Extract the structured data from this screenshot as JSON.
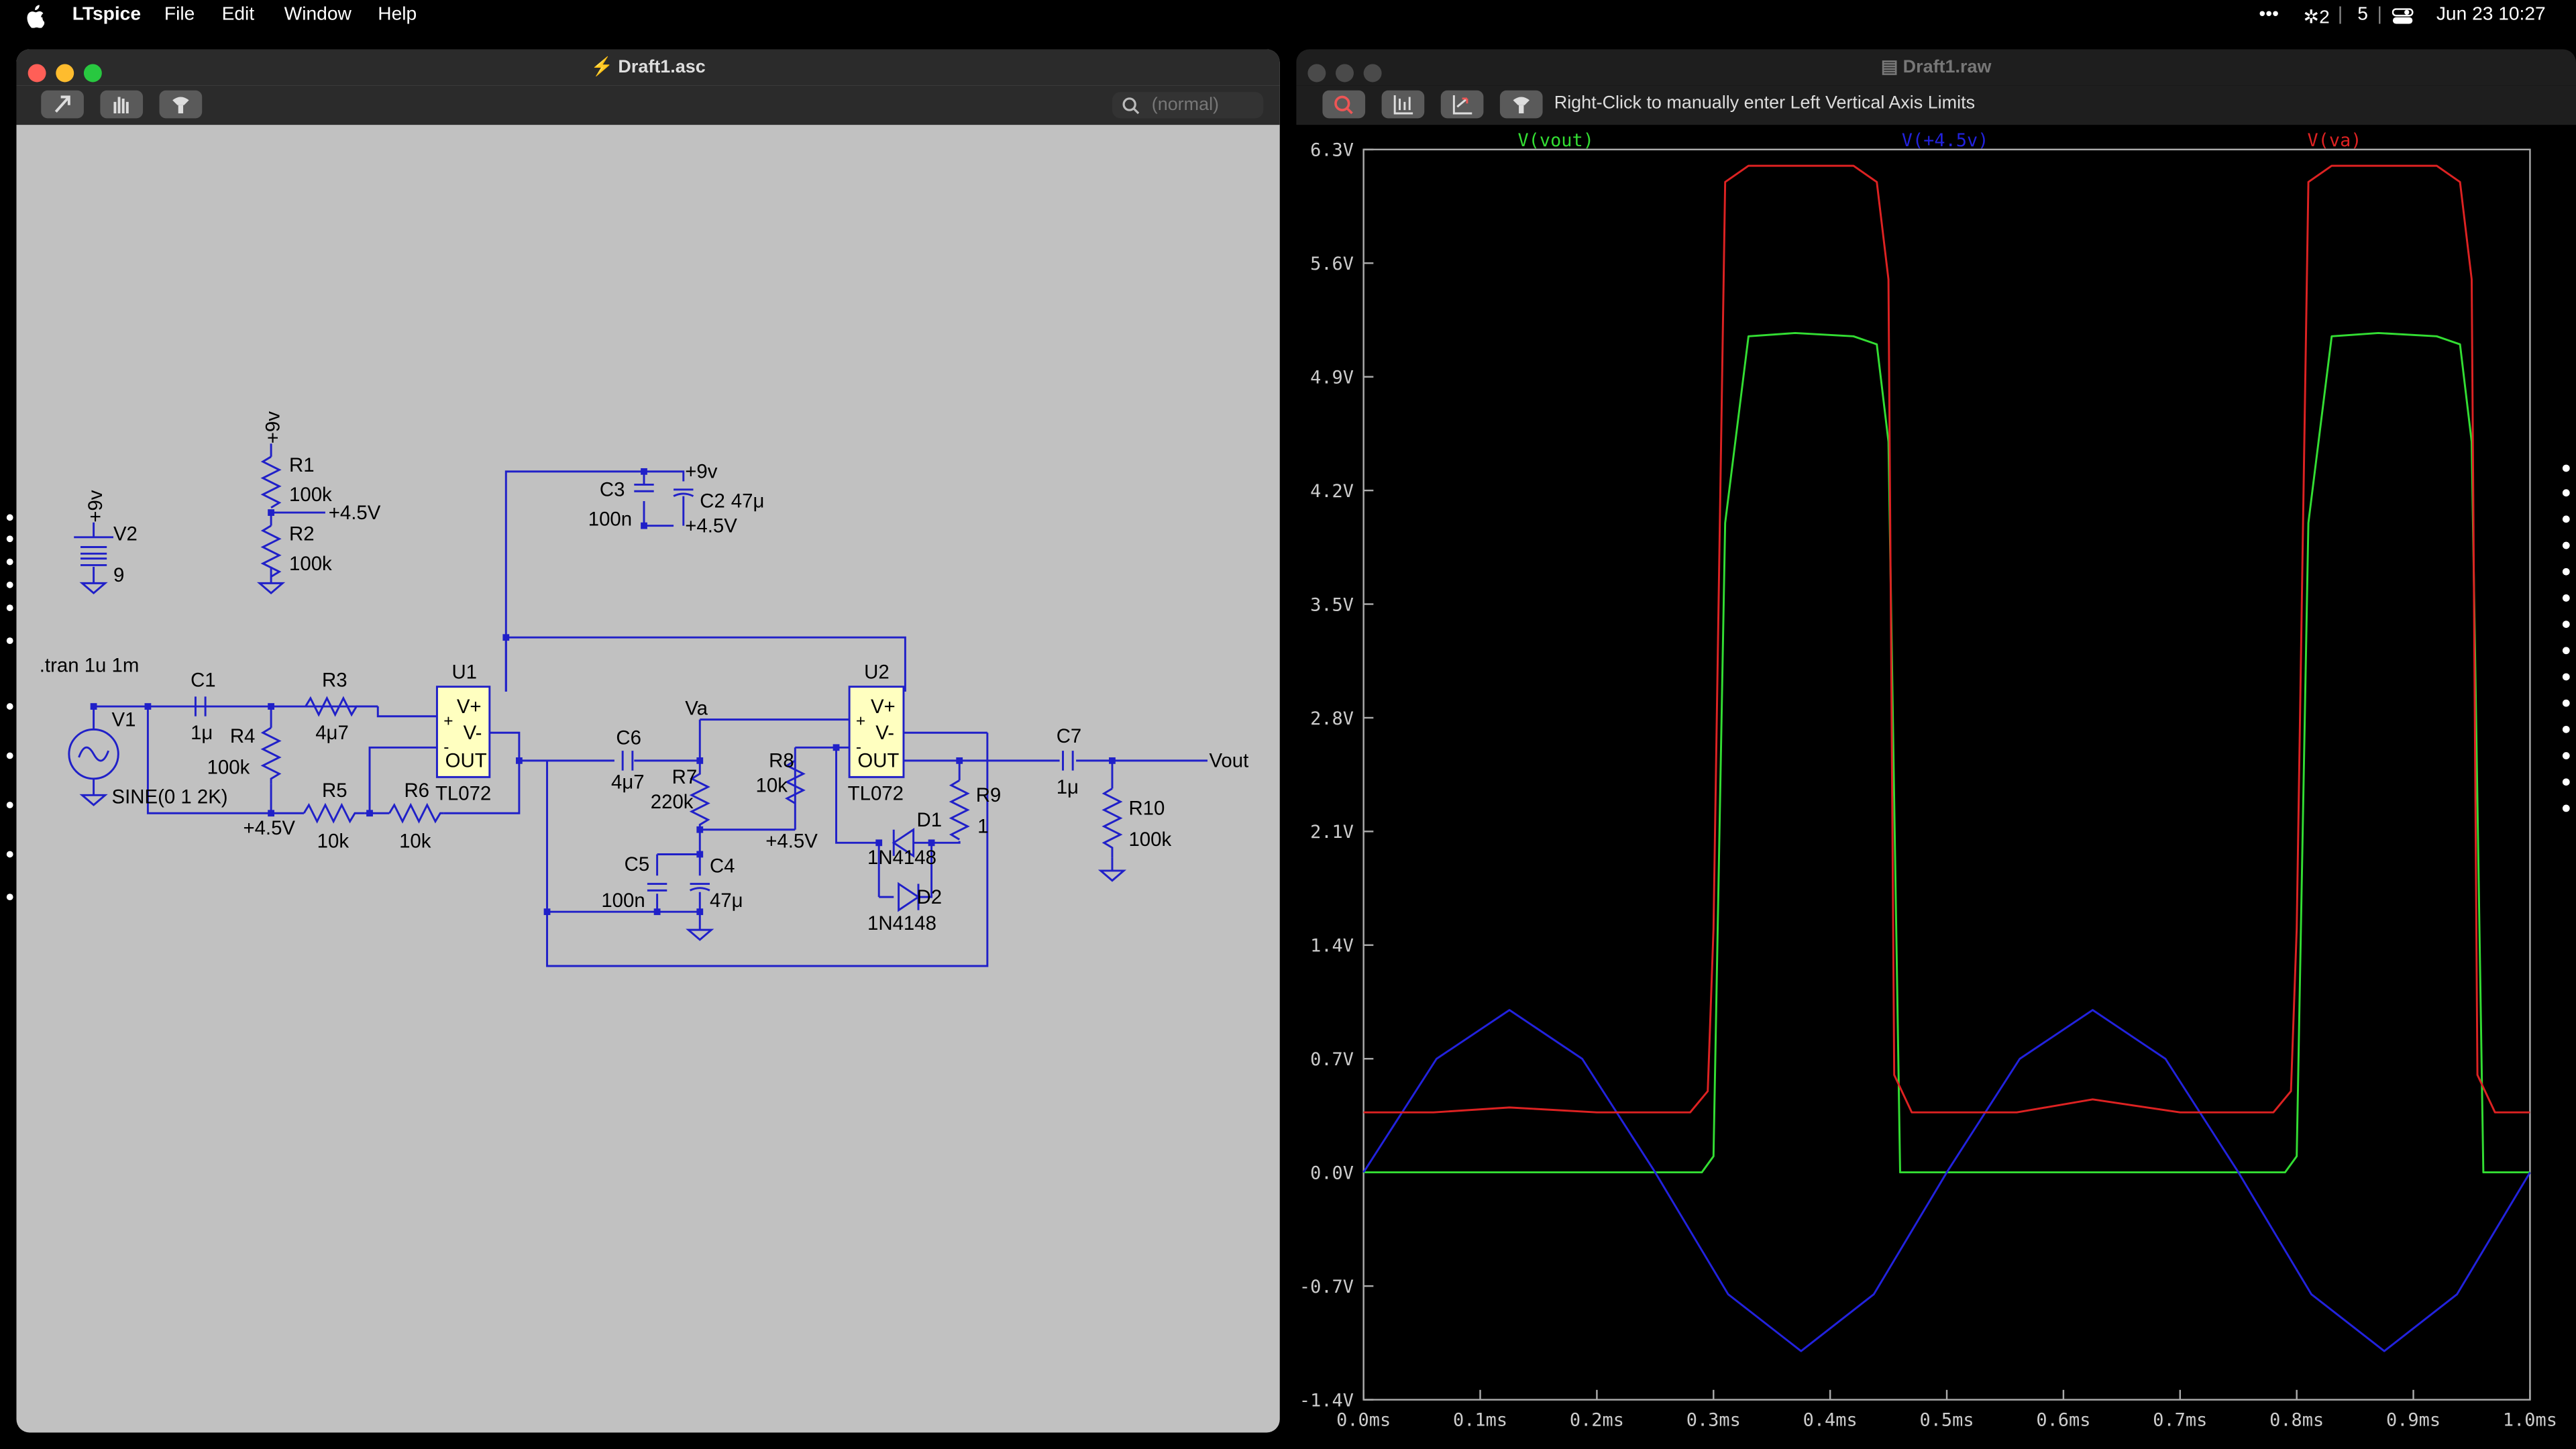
{
  "menubar": {
    "app_name": "LTspice",
    "items": [
      "File",
      "Edit",
      "Window",
      "Help"
    ],
    "status": {
      "more": "•••",
      "bluetooth": "✲2",
      "number": "5",
      "date_time": "Jun 23  10:27"
    }
  },
  "schematic_window": {
    "title": "Draft1.asc",
    "search_placeholder": "(normal)"
  },
  "schematic": {
    "directive": ".tran 1u 1m",
    "sources": {
      "v1_name": "V1",
      "v1_value": "SINE(0 1 2K)",
      "v2_name": "V2",
      "v2_value": "9"
    },
    "supplies": {
      "plus9v": "+9v",
      "plus4_5v": "+4.5V",
      "plus4_5v_lower": "+4.5V"
    },
    "opamps": {
      "u1_name": "U1",
      "u1_model": "TL072",
      "u2_name": "U2",
      "u2_model": "TL072",
      "pin_vplus": "V+",
      "pin_vminus": "V-",
      "pin_out": "OUT",
      "pin_plus": "+",
      "pin_minus": "-"
    },
    "resistors": {
      "r1": "R1",
      "r1_val": "100k",
      "r2": "R2",
      "r2_val": "100k",
      "r3": "R3",
      "r3_val": "4μ7",
      "r4": "R4",
      "r4_val": "100k",
      "r5": "R5",
      "r5_val": "10k",
      "r6": "R6",
      "r6_val": "10k",
      "r7": "R7",
      "r7_val": "220k",
      "r8": "R8",
      "r8_val": "10k",
      "r9": "R9",
      "r9_val": "1",
      "r10": "R10",
      "r10_val": "100k"
    },
    "capacitors": {
      "c1": "C1",
      "c1_val": "1μ",
      "c2": "C2",
      "c2_val": "47μ",
      "c3": "C3",
      "c3_val": "100n",
      "c4": "C4",
      "c4_val": "47μ",
      "c5": "C5",
      "c5_val": "100n",
      "c6": "C6",
      "c6_val": "4μ7",
      "c7": "C7",
      "c7_val": "1μ"
    },
    "diodes": {
      "d1": "D1",
      "d1_val": "1N4148",
      "d2": "D2",
      "d2_val": "1N4148"
    },
    "nets": {
      "va": "Va",
      "vout": "Vout"
    }
  },
  "waveform_window": {
    "title": "Draft1.raw",
    "hint": "Right-Click to manually enter Left Vertical Axis Limits"
  },
  "chart_data": {
    "type": "line",
    "title": "",
    "xlabel": "",
    "ylabel": "",
    "xlim": [
      0,
      1.0
    ],
    "ylim": [
      -1.4,
      6.3
    ],
    "x_ticks": [
      "0.0ms",
      "0.1ms",
      "0.2ms",
      "0.3ms",
      "0.4ms",
      "0.5ms",
      "0.6ms",
      "0.7ms",
      "0.8ms",
      "0.9ms",
      "1.0ms"
    ],
    "y_ticks": [
      "6.3V",
      "5.6V",
      "4.9V",
      "4.2V",
      "3.5V",
      "2.8V",
      "2.1V",
      "1.4V",
      "0.7V",
      "0.0V",
      "-0.7V",
      "-1.4V"
    ],
    "grid": false,
    "legend_placement": "top",
    "series": [
      {
        "name": "V(vout)",
        "color": "#33dd33",
        "x": [
          0,
          0.29,
          0.3,
          0.31,
          0.33,
          0.37,
          0.42,
          0.44,
          0.45,
          0.46,
          0.79,
          0.8,
          0.81,
          0.83,
          0.87,
          0.92,
          0.94,
          0.95,
          0.96,
          1.0
        ],
        "y": [
          0.0,
          0.0,
          0.1,
          4.0,
          5.15,
          5.17,
          5.15,
          5.1,
          4.5,
          0.0,
          0.0,
          0.1,
          4.0,
          5.15,
          5.17,
          5.15,
          5.1,
          4.5,
          0.0,
          0.0
        ]
      },
      {
        "name": "V(+4.5v)",
        "color": "#2222dd",
        "x": [
          0,
          0.0625,
          0.125,
          0.1875,
          0.25,
          0.3125,
          0.375,
          0.4375,
          0.5,
          0.5625,
          0.625,
          0.6875,
          0.75,
          0.8125,
          0.875,
          0.9375,
          1.0
        ],
        "y": [
          0.0,
          0.7,
          1.0,
          0.7,
          0.0,
          -0.75,
          -1.1,
          -0.75,
          0.0,
          0.7,
          1.0,
          0.7,
          0.0,
          -0.75,
          -1.1,
          -0.75,
          0.0
        ]
      },
      {
        "name": "V(va)",
        "color": "#dd2222",
        "x": [
          0,
          0.06,
          0.125,
          0.2,
          0.28,
          0.295,
          0.3,
          0.31,
          0.33,
          0.37,
          0.42,
          0.44,
          0.45,
          0.455,
          0.47,
          0.56,
          0.625,
          0.7,
          0.78,
          0.795,
          0.8,
          0.81,
          0.83,
          0.87,
          0.92,
          0.94,
          0.95,
          0.955,
          0.97,
          1.0
        ],
        "y": [
          0.37,
          0.37,
          0.4,
          0.37,
          0.37,
          0.5,
          1.5,
          6.1,
          6.2,
          6.2,
          6.2,
          6.1,
          5.5,
          0.6,
          0.37,
          0.37,
          0.45,
          0.37,
          0.37,
          0.5,
          1.5,
          6.1,
          6.2,
          6.2,
          6.2,
          6.1,
          5.5,
          0.6,
          0.37,
          0.37
        ]
      }
    ]
  },
  "colors": {
    "wire": "#2020c8",
    "schematic_bg": "#c1c1c1",
    "opamp_fill": "#ffffc0",
    "window_chrome": "#2b2b2b"
  }
}
